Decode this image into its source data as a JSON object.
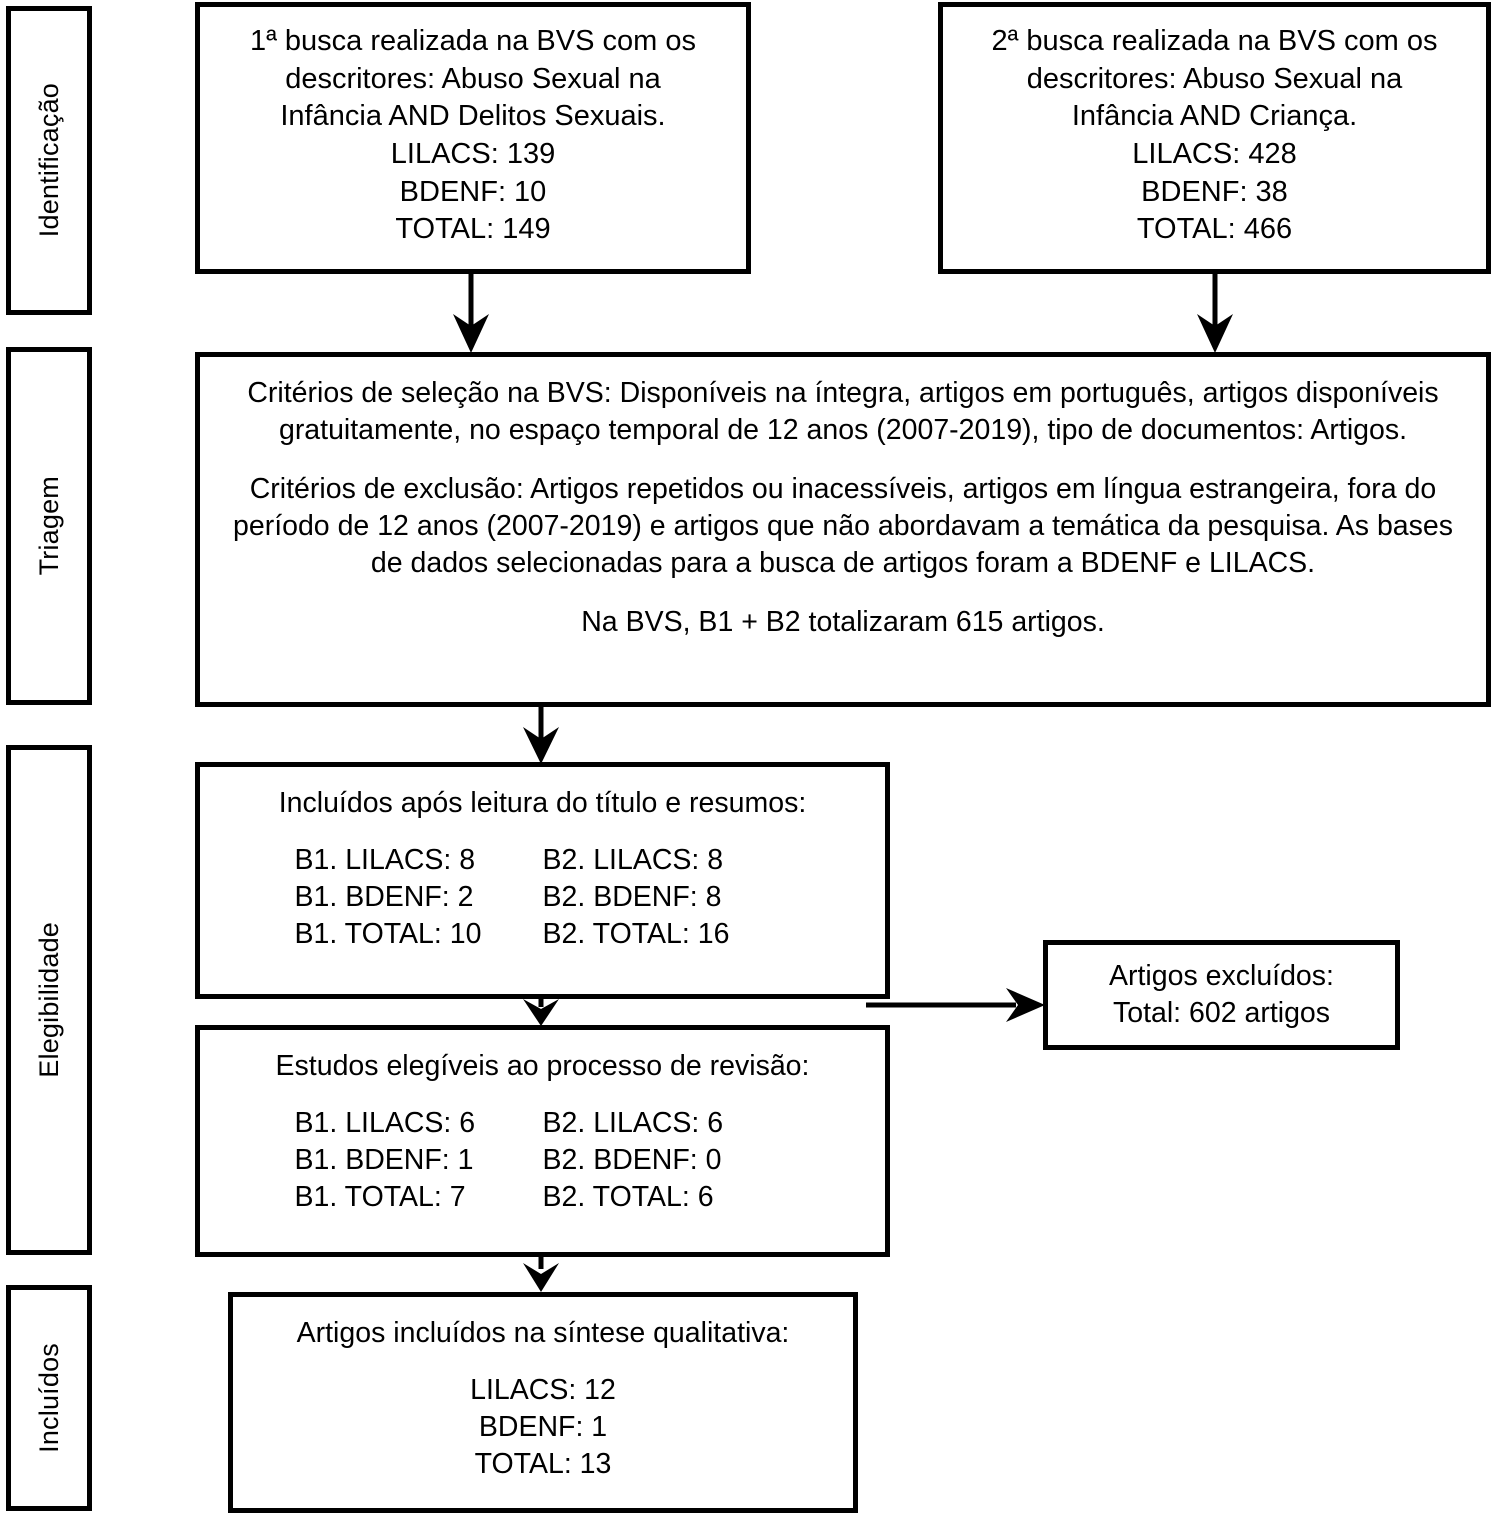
{
  "diagram": {
    "title": "Fluxograma PRISMA de selecao de artigos",
    "accent_color": "#000000",
    "background_color": "#ffffff"
  },
  "stages": [
    {
      "id": "identificacao",
      "label": "Identificação"
    },
    {
      "id": "triagem",
      "label": "Triagem"
    },
    {
      "id": "elegibilidade",
      "label": "Elegibilidade"
    },
    {
      "id": "incluidos",
      "label": "Incluídos"
    }
  ],
  "boxes": {
    "search1": {
      "lines": [
        "1ª busca realizada na BVS com os",
        "descritores: Abuso Sexual na",
        "Infância AND Delitos Sexuais.",
        "LILACS: 139",
        "BDENF: 10",
        "TOTAL: 149"
      ]
    },
    "search2": {
      "lines": [
        "2ª busca realizada na BVS com os",
        "descritores: Abuso Sexual na",
        "Infância AND Criança.",
        "LILACS: 428",
        "BDENF: 38",
        "TOTAL: 466"
      ]
    },
    "criterios": {
      "paragraph1": "Critérios de seleção na BVS: Disponíveis na íntegra, artigos em português, artigos disponíveis gratuitamente, no espaço temporal de 12 anos (2007-2019), tipo de documentos: Artigos.",
      "paragraph2": "Critérios de exclusão: Artigos repetidos ou inacessíveis, artigos em língua estrangeira, fora do período de 12 anos (2007-2019) e artigos que não abordavam a temática da pesquisa. As bases de dados selecionadas para a busca de artigos foram a BDENF e LILACS.",
      "paragraph3": "Na BVS, B1 + B2 totalizaram 615 artigos."
    },
    "titulo_resumos": {
      "heading": "Incluídos após leitura do título e resumos:",
      "col_b1": [
        "B1. LILACS: 8",
        "B1. BDENF: 2",
        "B1. TOTAL: 10"
      ],
      "col_b2": [
        "B2. LILACS: 8",
        "B2. BDENF: 8",
        "B2. TOTAL: 16"
      ]
    },
    "elegiveis": {
      "heading": "Estudos elegíveis ao processo de revisão:",
      "col_b1": [
        "B1. LILACS: 6",
        "B1. BDENF: 1",
        "B1. TOTAL: 7"
      ],
      "col_b2": [
        "B2. LILACS: 6",
        "B2. BDENF: 0",
        "B2. TOTAL: 6"
      ]
    },
    "excluidos": {
      "line1": "Artigos excluídos:",
      "line2": "Total: 602 artigos"
    },
    "incluidos": {
      "heading": "Artigos incluídos na síntese qualitativa:",
      "lines": [
        "LILACS: 12",
        "BDENF: 1",
        "TOTAL: 13"
      ]
    }
  },
  "chart_data": {
    "type": "diagram",
    "title": "PRISMA flow diagram - BVS search",
    "stages": [
      "Identificação",
      "Triagem",
      "Elegibilidade",
      "Incluídos"
    ],
    "records": {
      "search1_lilacs": 139,
      "search1_bdenf": 10,
      "search1_total": 149,
      "search2_lilacs": 428,
      "search2_bdenf": 38,
      "search2_total": 466,
      "bvs_combined_total": 615,
      "screened_b1_lilacs": 8,
      "screened_b1_bdenf": 2,
      "screened_b1_total": 10,
      "screened_b2_lilacs": 8,
      "screened_b2_bdenf": 8,
      "screened_b2_total": 16,
      "eligible_b1_lilacs": 6,
      "eligible_b1_bdenf": 1,
      "eligible_b1_total": 7,
      "eligible_b2_lilacs": 6,
      "eligible_b2_bdenf": 0,
      "eligible_b2_total": 6,
      "excluded_total": 602,
      "included_lilacs": 12,
      "included_bdenf": 1,
      "included_total": 13
    }
  }
}
